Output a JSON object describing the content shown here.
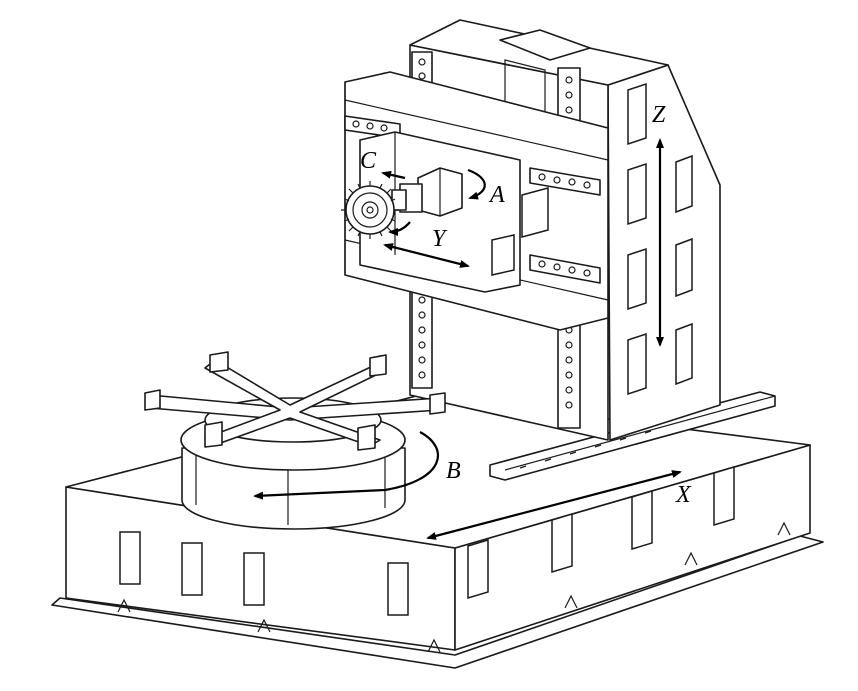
{
  "diagram": {
    "axis_labels": {
      "z": "Z",
      "c": "C",
      "a": "A",
      "y": "Y",
      "b": "B",
      "x": "X"
    },
    "colors": {
      "line": "#1a1a1a",
      "fill": "#ffffff"
    }
  }
}
